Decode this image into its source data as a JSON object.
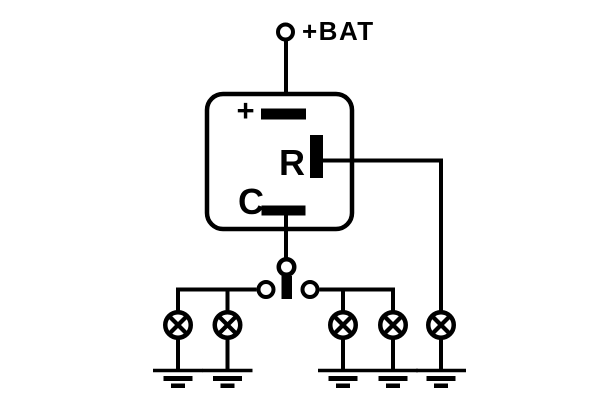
{
  "diagram": {
    "kind": "electrical-schematic",
    "labels": {
      "battery_terminal": "+BAT",
      "relay_plus": "+",
      "relay_r": "R",
      "relay_c": "C"
    },
    "colors": {
      "line": "#000000",
      "background": "#ffffff"
    },
    "counts": {
      "lamps": 5,
      "grounds": 5,
      "switch_contacts": 2
    }
  }
}
